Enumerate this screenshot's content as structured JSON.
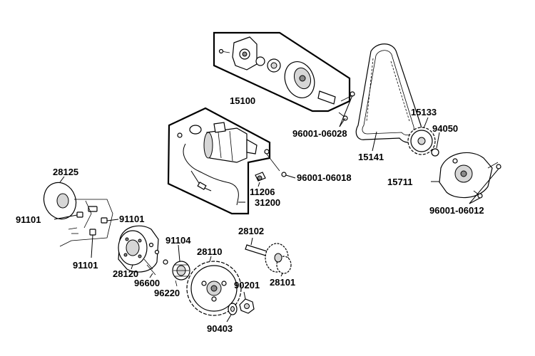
{
  "parts": {
    "p15100": "15100",
    "p96001_06028": "96001-06028",
    "p15141": "15141",
    "p15133": "15133",
    "p94050": "94050",
    "p15711": "15711",
    "p96001_06012": "96001-06012",
    "p96001_06018": "96001-06018",
    "p11206": "11206",
    "p31200": "31200",
    "p28125": "28125",
    "p91101_a": "91101",
    "p91101_b": "91101",
    "p91101_c": "91101",
    "p91104": "91104",
    "p28110": "28110",
    "p28120": "28120",
    "p96600": "96600",
    "p96220": "96220",
    "p28102": "28102",
    "p28101": "28101",
    "p90201": "90201",
    "p90403": "90403"
  }
}
